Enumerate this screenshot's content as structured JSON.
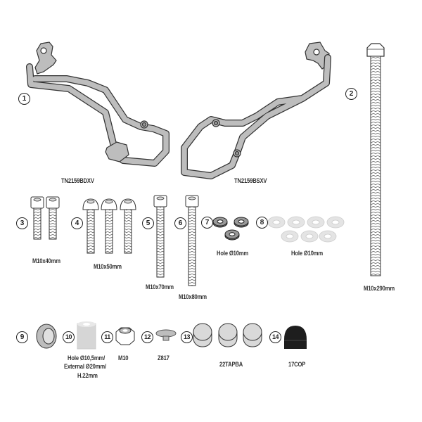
{
  "diagram": {
    "title": "",
    "colors": {
      "part_fill": "#bdbdbd",
      "outline": "#333333",
      "dark_cap": "#1e1e1e",
      "washer": "#e4e4e4"
    },
    "parts": [
      {
        "number": "1",
        "label": "TN2159BDXV",
        "description": "Left crash bar"
      },
      {
        "number": "2",
        "label": "M10x290mm",
        "description": "Long hex bolt"
      },
      {
        "number": "3",
        "label": "M10x40mm",
        "quantity": 2,
        "description": "Socket head bolt"
      },
      {
        "number": "4",
        "label": "M10x50mm",
        "quantity": 3,
        "description": "Button head bolt"
      },
      {
        "number": "5",
        "label": "M10x70mm",
        "quantity": 1,
        "description": "Socket head bolt"
      },
      {
        "number": "6",
        "label": "M10x80mm",
        "quantity": 1,
        "description": "Socket head bolt"
      },
      {
        "number": "7",
        "label": "Hole Ø10mm",
        "quantity": 3,
        "description": "Spring washer"
      },
      {
        "number": "8",
        "label": "Hole Ø10mm",
        "quantity": 7,
        "description": "Flat washer"
      },
      {
        "number": "9",
        "label": "",
        "description": "Bushing"
      },
      {
        "number": "10",
        "label_lines": [
          "Hole Ø10,5mm/",
          "External Ø20mm/",
          "H.22mm"
        ],
        "description": "Spacer"
      },
      {
        "number": "11",
        "label": "M10",
        "description": "Lock nut"
      },
      {
        "number": "12",
        "label": "Z817",
        "description": "Plug"
      },
      {
        "number": "13",
        "label": "22TAPBA",
        "quantity": 3,
        "description": "Cap"
      },
      {
        "number": "14",
        "label": "17COP",
        "description": "Nut cover"
      }
    ],
    "right_bar_label": "TN2159BSXV"
  }
}
